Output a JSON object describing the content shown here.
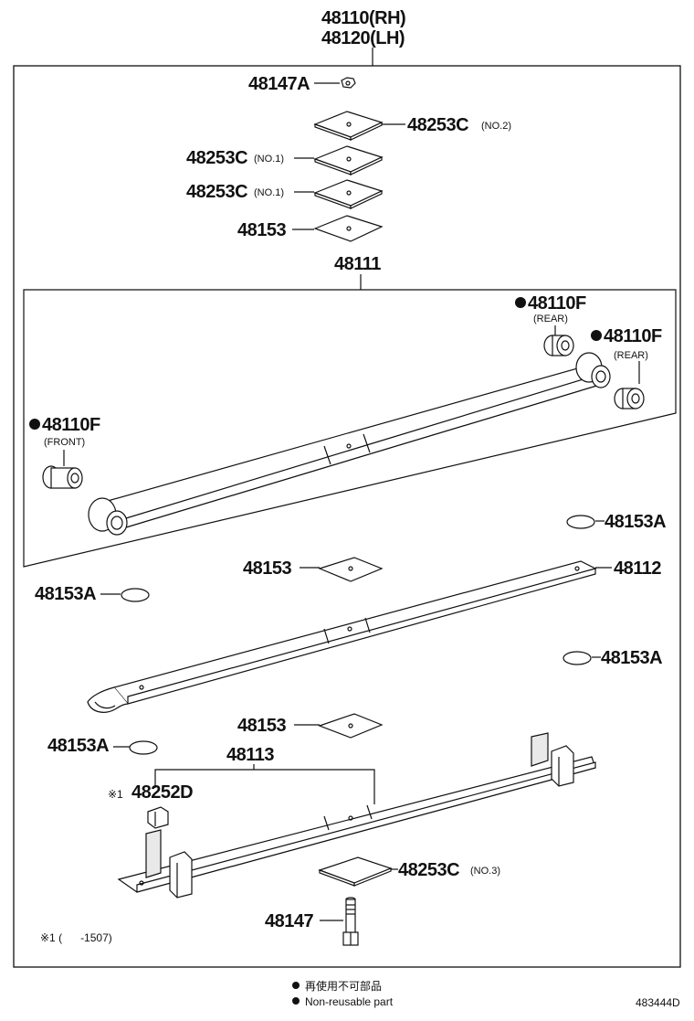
{
  "assembly": {
    "rh": "48110(RH)",
    "lh": "48120(LH)"
  },
  "callouts": {
    "bolt_top": "48147A",
    "spacer_no2_pn": "48253C",
    "spacer_no2_note": "(NO.2)",
    "spacer_no1a_pn": "48253C",
    "spacer_no1a_note": "(NO.1)",
    "spacer_no1b_pn": "48253C",
    "spacer_no1b_note": "(NO.1)",
    "pad_top": "48153",
    "leaf_1": "48111",
    "bush_rear_1_pn": "48110F",
    "bush_rear_1_note": "(REAR)",
    "bush_rear_2_pn": "48110F",
    "bush_rear_2_note": "(REAR)",
    "bush_front_pn": "48110F",
    "bush_front_note": "(FRONT)",
    "disc_right_1": "48153A",
    "pad_mid": "48153",
    "leaf_2": "48112",
    "disc_left_1": "48153A",
    "disc_right_2": "48153A",
    "pad_low": "48153",
    "disc_left_2": "48153A",
    "leaf_3": "48113",
    "clip_prefix": "※1",
    "clip_pn": "48252D",
    "spacer_no3_pn": "48253C",
    "spacer_no3_note": "(NO.3)",
    "center_bolt": "48147"
  },
  "footnote": {
    "date_range": "※1 (      -1507)"
  },
  "legend": {
    "jp": "再使用不可部品",
    "en": "Non-reusable part"
  },
  "drawing_id": "483444D"
}
